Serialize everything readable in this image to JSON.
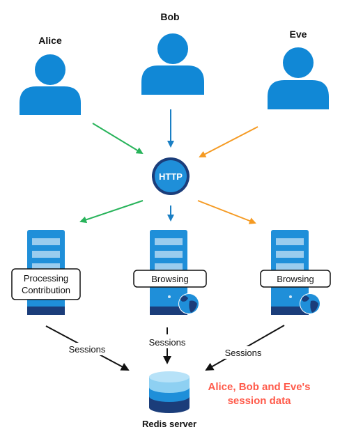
{
  "users": {
    "alice": "Alice",
    "bob": "Bob",
    "eve": "Eve"
  },
  "http_label": "HTTP",
  "servers": {
    "left_label_line1": "Processing",
    "left_label_line2": "Contribution",
    "middle_label": "Browsing",
    "right_label": "Browsing"
  },
  "sessions_labels": {
    "left": "Sessions",
    "middle": "Sessions",
    "right": "Sessions"
  },
  "redis_label": "Redis server",
  "note": {
    "line1": "Alice, Bob and Eve's",
    "line2": "session data",
    "color": "#ff5a4a"
  },
  "colors": {
    "user_blue": "#1188d6",
    "server_blue": "#1f8fd9",
    "server_dark": "#1b3d7a",
    "arrow_green": "#27b35a",
    "arrow_blue": "#1a7fc4",
    "arrow_orange": "#f59a22",
    "arrow_black": "#111111"
  }
}
